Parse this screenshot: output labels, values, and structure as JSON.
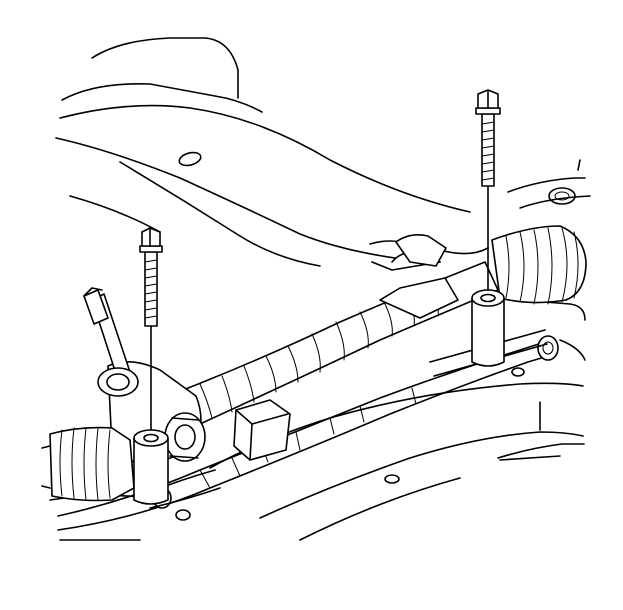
{
  "figure": {
    "background_color": "#ffffff",
    "line_color": "#000000",
    "components": [
      "crossmember",
      "steering-gear-rack",
      "left-boot",
      "right-boot",
      "left-mount-bolt",
      "right-mount-bolt",
      "left-mount-bushing",
      "right-mount-bushing",
      "stabilizer-shaft",
      "tie-rod"
    ]
  }
}
